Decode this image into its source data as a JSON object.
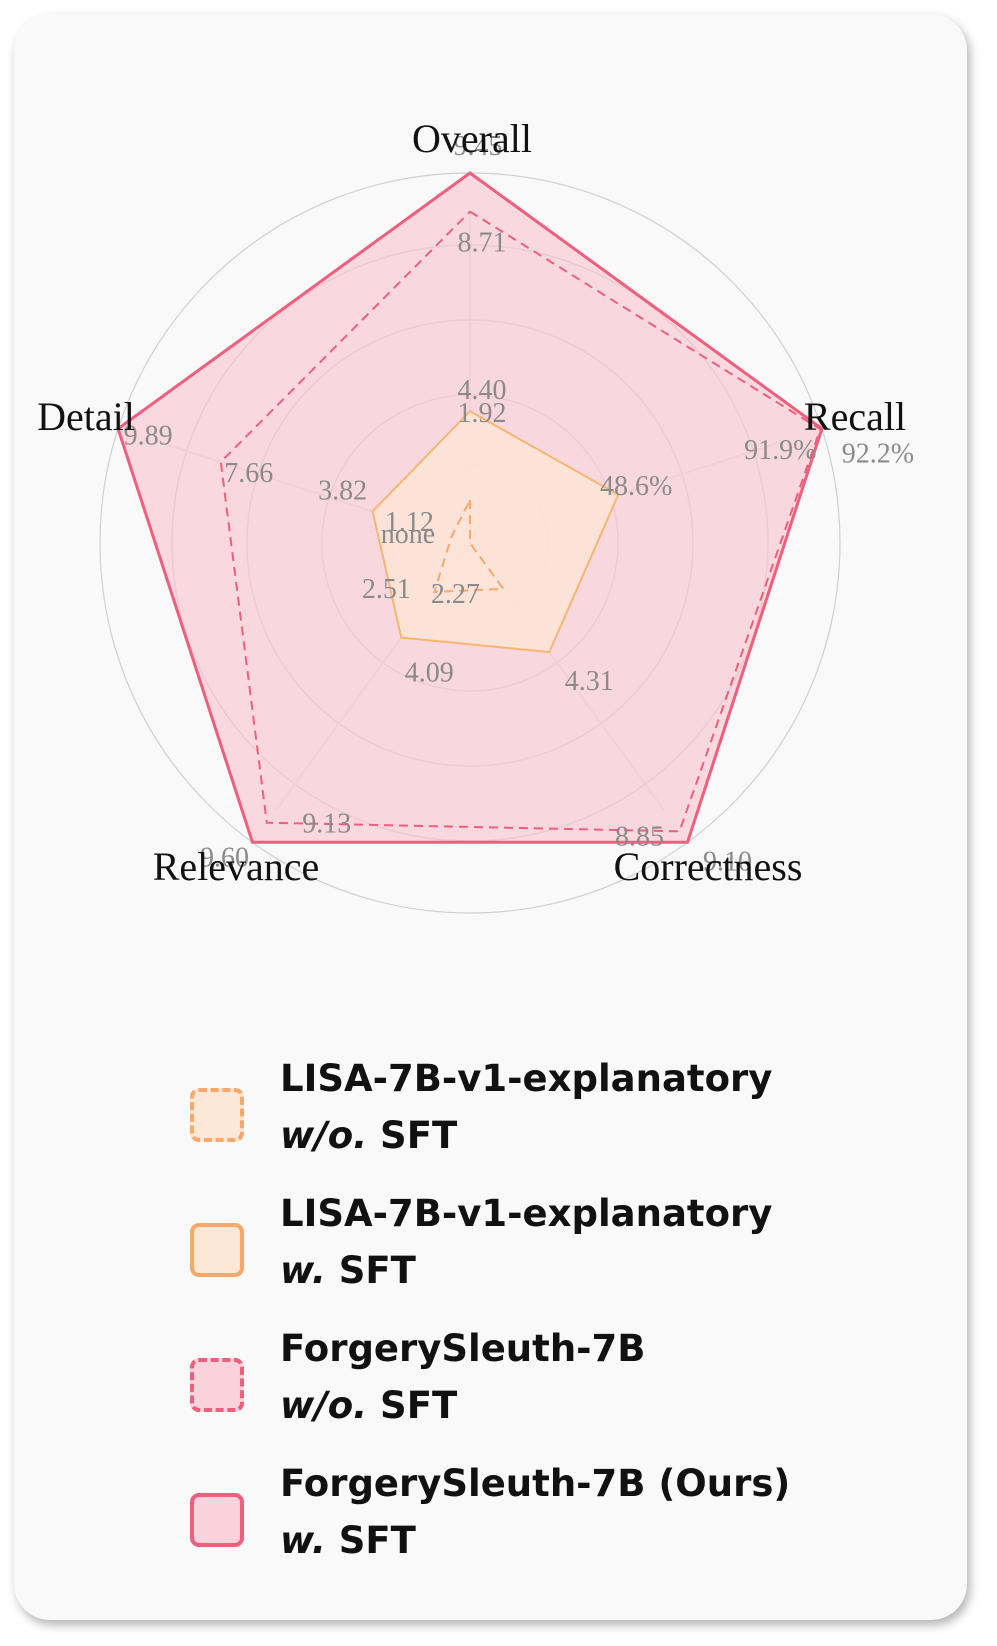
{
  "chart_data": {
    "type": "radar",
    "axes": [
      "Overall",
      "Recall",
      "Correctness",
      "Relevance",
      "Detail"
    ],
    "series": [
      {
        "name_main": "LISA-7B-v1-explanatory",
        "name_em": "w/o.",
        "name_rest": " SFT",
        "values": [
          1.92,
          0.0,
          2.27,
          2.51,
          1.12
        ],
        "value_labels": [
          "1.92",
          "none",
          "2.27",
          "2.51",
          "1.12"
        ],
        "color": "#f8a86a",
        "fill": "#fde7d6",
        "dashed": true
      },
      {
        "name_main": "LISA-7B-v1-explanatory",
        "name_em": "w.",
        "name_rest": " SFT",
        "values": [
          4.4,
          48.6,
          4.31,
          4.09,
          3.82
        ],
        "value_labels": [
          "4.40",
          "48.6%",
          "4.31",
          "4.09",
          "3.82"
        ],
        "color": "#f7b66f",
        "fill": "#fde7d6",
        "dashed": false
      },
      {
        "name_main": "ForgerySleuth-7B",
        "name_em": "w/o.",
        "name_rest": " SFT",
        "values": [
          8.71,
          91.9,
          8.85,
          9.13,
          7.66
        ],
        "value_labels": [
          "8.71",
          "91.9%",
          "8.85",
          "9.13",
          "7.66"
        ],
        "color": "#ee5f7e",
        "fill": "#f9d2dc",
        "dashed": true
      },
      {
        "name_main": "ForgerySleuth-7B (Ours)",
        "name_em": "w.",
        "name_rest": " SFT",
        "values": [
          9.45,
          92.2,
          9.1,
          9.6,
          9.89
        ],
        "value_labels": [
          "9.45",
          "92.2%",
          "9.10",
          "9.60",
          "9.89"
        ],
        "color": "#ee5f7e",
        "fill": "#f9d2dc",
        "dashed": false
      }
    ],
    "grid": true,
    "legend": "bottom"
  }
}
